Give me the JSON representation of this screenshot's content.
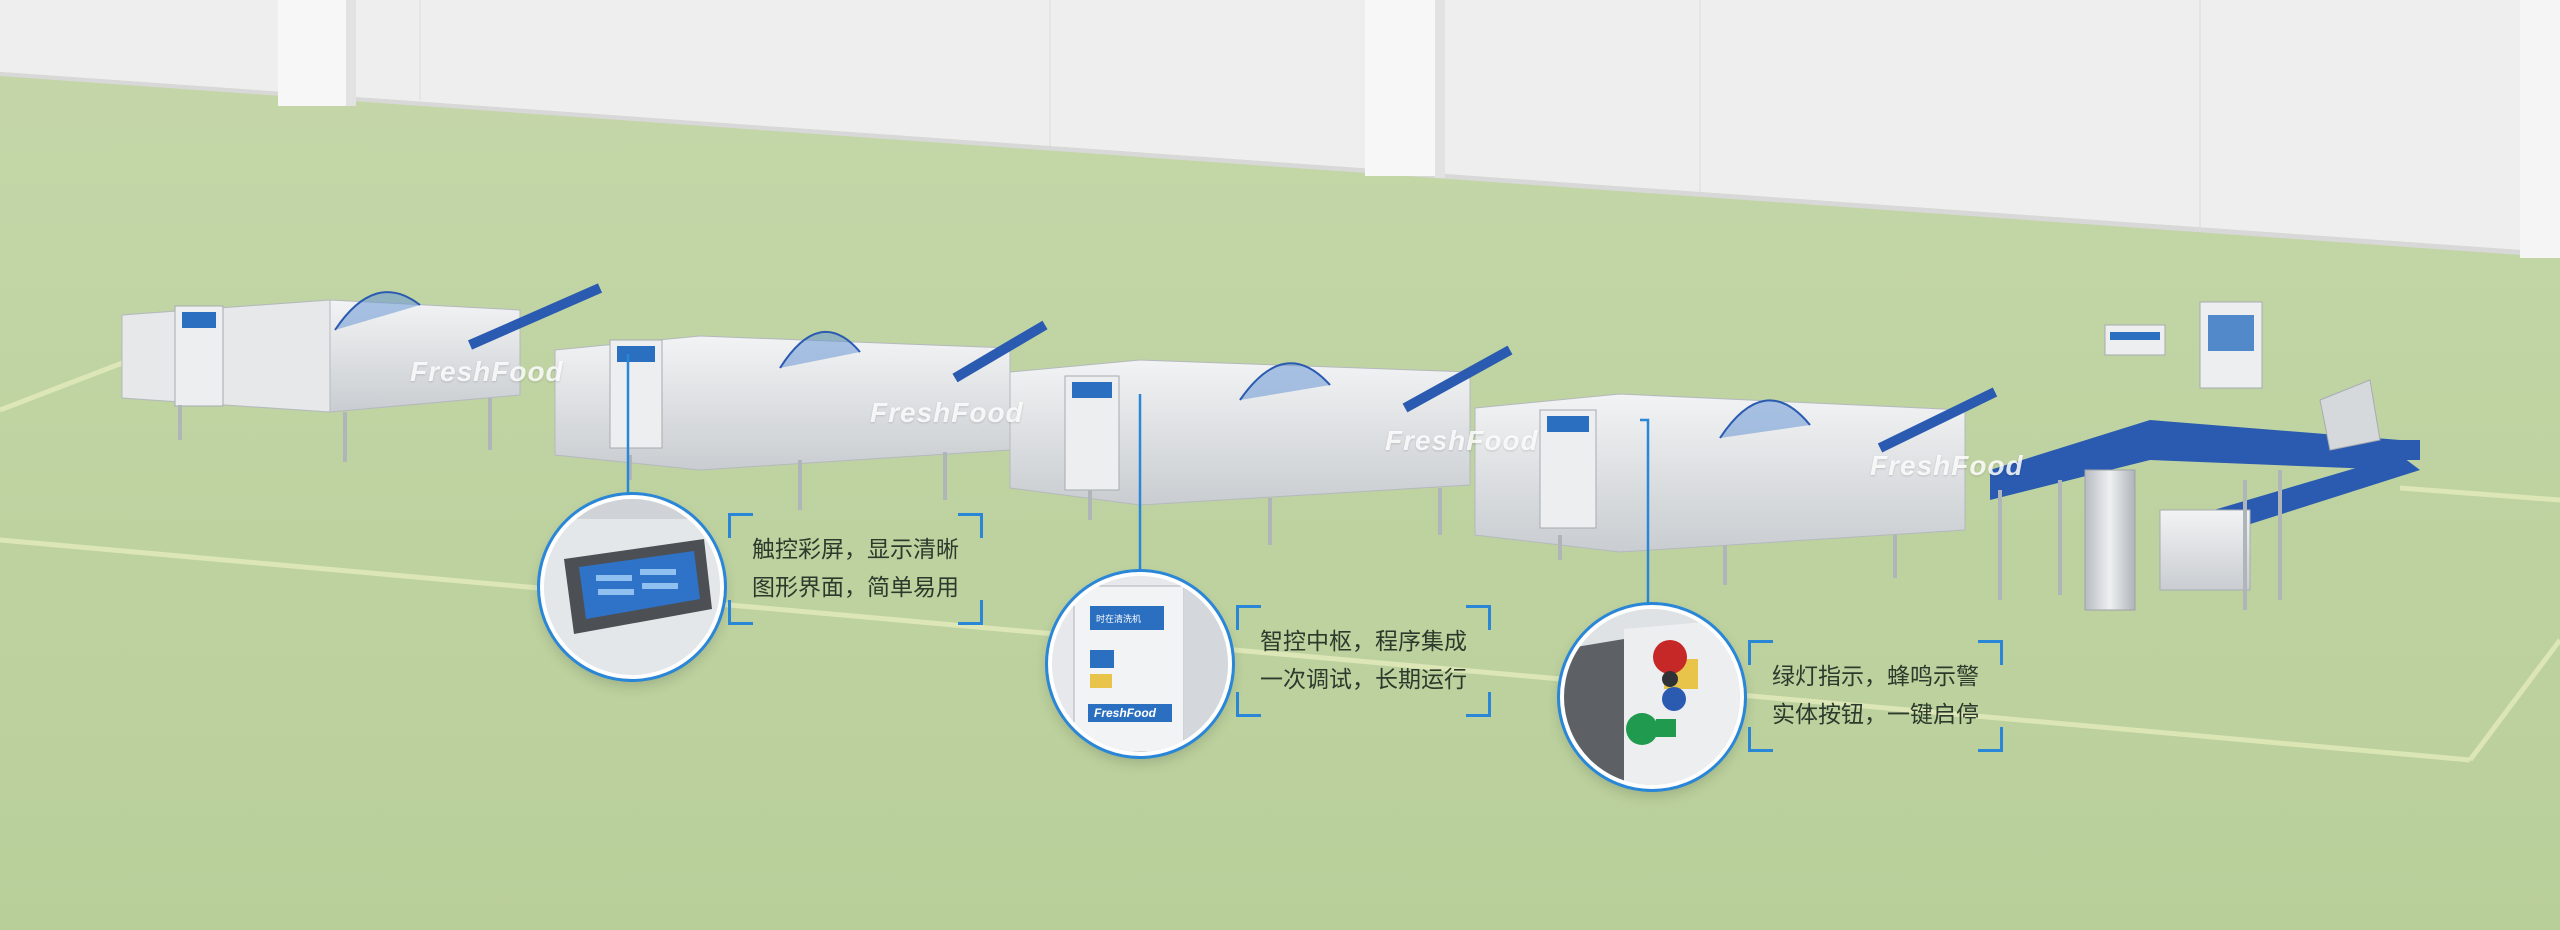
{
  "brand": {
    "logo_text": "FreshFood"
  },
  "panel_labels": {
    "washer": "时在清洗机"
  },
  "features": [
    {
      "id": "touchscreen",
      "line1": "触控彩屏，显示清晰",
      "line2": "图形界面，简单易用"
    },
    {
      "id": "control-center",
      "line1": "智控中枢，程序集成",
      "line2": "一次调试，长期运行"
    },
    {
      "id": "indicator-buttons",
      "line1": "绿灯指示，蜂鸣示警",
      "line2": "实体按钮，一键启停"
    }
  ],
  "colors": {
    "floor": "#c3d5a9",
    "wall": "#eeeeee",
    "accent": "#2a86d6",
    "conveyor": "#2a5bb0",
    "steel": "#dfe2e5"
  }
}
